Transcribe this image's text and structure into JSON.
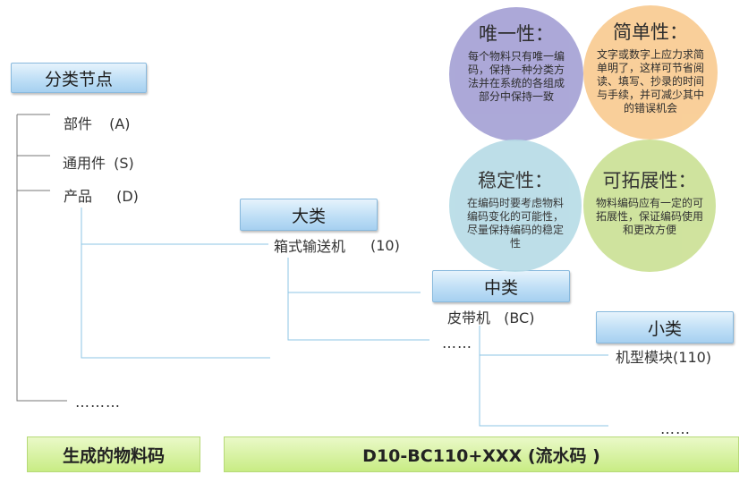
{
  "tree": {
    "root_label": "分类节点",
    "categories": [
      {
        "name": "部件",
        "code": "(A)"
      },
      {
        "name": "通用件",
        "code": "(S)"
      },
      {
        "name": "产品",
        "code": "(D)"
      }
    ],
    "root_more": "………",
    "level1": {
      "title": "大类",
      "item": "箱式输送机",
      "code": "(10)"
    },
    "level2": {
      "title": "中类",
      "item": "皮带机",
      "code": "(BC)",
      "more": "……"
    },
    "level3": {
      "title": "小类",
      "item": "机型模块",
      "code": "(110)",
      "more": "……"
    }
  },
  "principles": [
    {
      "title": "唯一性：",
      "body": "每个物料只有唯一编码，保持一种分类方法并在系统的各组成部分中保持一致",
      "color": "#a8a4d6"
    },
    {
      "title": "简单性：",
      "body": "文字或数字上应力求简单明了，这样可节省阅读、填写、抄录的时间与手续，并可减少其中的错误机会",
      "color": "#f9cd95"
    },
    {
      "title": "稳定性：",
      "body": "在编码时要考虑物料编码变化的可能性，尽量保持编码的稳定性",
      "color": "#b6dbe6"
    },
    {
      "title": "可拓展性：",
      "body": "物料编码应有一定的可拓展性，保证编码使用和更改方便",
      "color": "#cce196"
    }
  ],
  "footer": {
    "label": "生成的物料码",
    "code": "D10-BC110+XXX (流水码 )"
  }
}
